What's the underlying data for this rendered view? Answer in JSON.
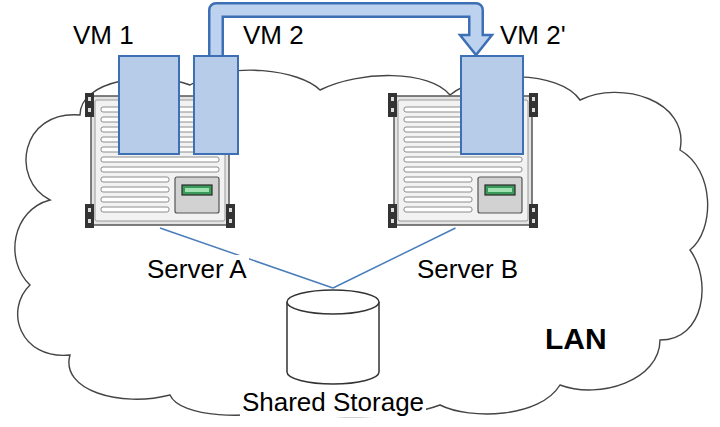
{
  "diagram": {
    "nodes": [
      {
        "text": [
          "VM 1"
        ]
      },
      {
        "text": [
          "VM 2"
        ]
      },
      {
        "text": [
          "VM 2'"
        ]
      },
      {
        "text": [
          "LAN"
        ]
      },
      {
        "text": [
          "Server A"
        ],
        "in": 3
      },
      {
        "text": [
          "Server B"
        ],
        "in": 3
      },
      {
        "text": [
          "Shared Storage"
        ],
        "in": 3
      }
    ],
    "edges": [
      {
        "from": 1,
        "to": 2,
        "arrow": "to"
      },
      {
        "from": 4,
        "to": 6,
        "arrow": "none"
      },
      {
        "from": 5,
        "to": 6,
        "arrow": "none"
      }
    ]
  }
}
